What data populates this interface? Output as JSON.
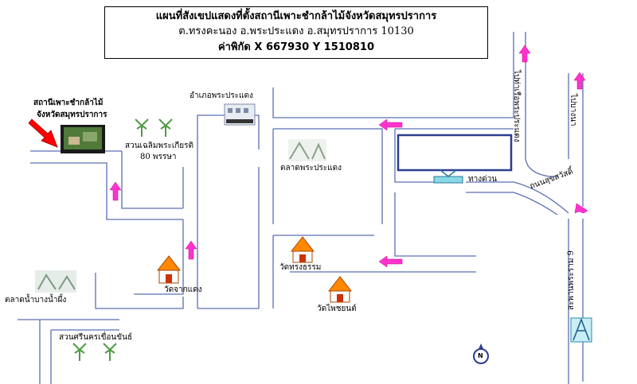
{
  "title": {
    "line1": "แผนที่สังเขปแสดงที่ตั้งสถานีเพาะชำกล้าไม้จังหวัดสมุทรปราการ",
    "line2": "ต.ทรงคะนอง อ.พระประแดง อ.สมุทรปราการ 10130",
    "line3": "ค่าพิกัด X 667930 Y 1510810"
  },
  "labels": {
    "nursery_line1": "สถานีเพาะชำกล้าไม้",
    "nursery_line2": "จังหวัดสมุทรปราการ",
    "district_office": "อำเภอพระประแดง",
    "garden_line1": "สวนเฉลิมพระเกียรติ",
    "garden_line2": "80 พรรษา",
    "market_phrapradaeng": "ตลาดพระประแดง",
    "expressway": "ทางด่วน",
    "to_phra_pradaeng_ferry": "ไปท่าเรือพระประแดง",
    "to_bang_na": "ไปบางนา",
    "suksawat_road": "ถนนสุขสวัสดิ์",
    "rama9_bridge": "สะพานพระราม 9",
    "wat_chak_daeng": "วัดจากแดง",
    "wat_song_tham": "วัดทรงธรรม",
    "wat_phai_chon": "วัดไพชยนต์",
    "bang_nam_phueng_market": "ตลาดน้ำบางน้ำผึ้ง",
    "sri_nakhon_park": "สวนศรีนครเขื่อนขันธ์",
    "north": "N"
  },
  "colors": {
    "road": "#5a6fb5",
    "arrow": "#ff33cc",
    "highlight_box": "#2b3d8f",
    "pointer": "#ff0000"
  },
  "icons": [
    "nursery-photo",
    "temple-icon",
    "tree-icon",
    "building-icon",
    "market-photo",
    "compass-icon",
    "bridge-icon"
  ]
}
